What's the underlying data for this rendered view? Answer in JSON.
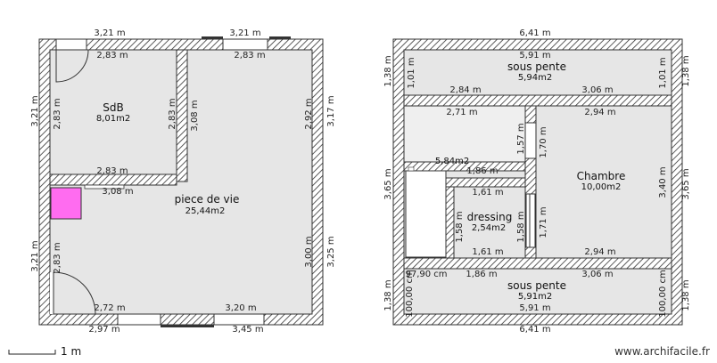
{
  "plan_left": {
    "rooms": {
      "sdb": {
        "name": "SdB",
        "area": "8,01m2"
      },
      "piece": {
        "name": "piece de vie",
        "area": "25,44m2"
      }
    },
    "dims": {
      "top_total": "3,21 m",
      "top_window": "3,21 m",
      "sdb_top_inner": "2,83 m",
      "piece_top_inner": "2,83 m",
      "left_upper": "3,21 m",
      "sdb_left_inner": "2,83 m",
      "sdb_right_inner": "2,83 m",
      "sdb_bottom": "2,83 m",
      "partition": "3,08 m",
      "partition_bottom": "3,08 m",
      "right_inner_upper": "2,92 m",
      "right_outer_upper": "3,17 m",
      "left_lower": "3,21 m",
      "left_lower_inner": "2,83 m",
      "right_inner_lower": "3,00 m",
      "right_outer_lower": "3,25 m",
      "bottom_inner_left": "2,72 m",
      "bottom_inner_right": "3,20 m",
      "bottom_outer_left": "2,97 m",
      "bottom_outer_right": "3,45 m"
    }
  },
  "plan_right": {
    "rooms": {
      "pente_top": {
        "name": "sous pente",
        "area": "5,94m2"
      },
      "room_a": {
        "name": "",
        "area": "5,84m2"
      },
      "chambre": {
        "name": "Chambre",
        "area": "10,00m2"
      },
      "dressing": {
        "name": "dressing",
        "area": "2,54m2"
      },
      "pente_bottom": {
        "name": "sous pente",
        "area": "5,91m2"
      }
    },
    "dims": {
      "top_outer": "6,41 m",
      "top_inner": "5,91 m",
      "left_top_outer": "1,38 m",
      "left_top_inner": "1,01 m",
      "right_top_inner": "1,01 m",
      "right_top_outer": "1,38 m",
      "mid_left": "2,84 m",
      "mid_right": "3,06 m",
      "room_a_top": "2,71 m",
      "chambre_top": "2,94 m",
      "room_a_height": "1,57 m",
      "col_height": "1,70 m",
      "room_a_bottom": "1,86 m",
      "left_mid_outer": "3,65 m",
      "chambre_height": "3,40 m",
      "right_mid_outer": "3,65 m",
      "dressing_top": "1,61 m",
      "dressing_left": "1,58 m",
      "dressing_right": "1,58 m",
      "col_height_lower": "1,71 m",
      "dressing_bottom": "1,61 m",
      "chambre_bottom": "2,94 m",
      "lower_left": "97,90 cm",
      "lower_mid": "1,86 m",
      "lower_right": "3,06 m",
      "left_bot_inner": "100,00 cm",
      "right_bot_inner": "100,00 cm",
      "left_bot_outer": "1,38 m",
      "right_bot_outer": "1,38 m",
      "bottom_inner": "5,91 m",
      "bottom_outer": "6,41 m"
    }
  },
  "scale_label": "1 m",
  "credit": "www.archifacile.fr",
  "colors": {
    "floor": "#e6e6e6",
    "furniture_pink": "#ff6cf0",
    "hatch": "#333333"
  }
}
